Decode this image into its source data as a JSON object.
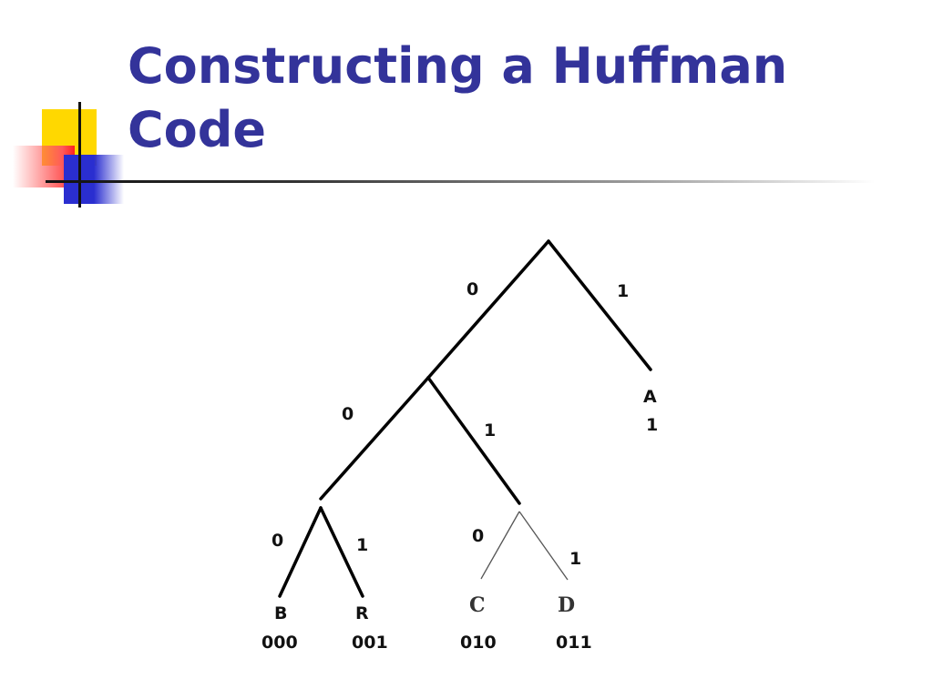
{
  "slide": {
    "title_line1": "Constructing a Huffman",
    "title_line2": "Code"
  },
  "tree": {
    "edge_labels": {
      "root_left": "0",
      "root_right": "1",
      "left_left": "0",
      "left_right": "1",
      "ll_left": "0",
      "ll_right": "1",
      "lr_left": "0",
      "lr_right": "1"
    },
    "leaves": {
      "A": {
        "symbol": "A",
        "code": "1"
      },
      "B": {
        "symbol": "B",
        "code": "000"
      },
      "R": {
        "symbol": "R",
        "code": "001"
      },
      "C": {
        "symbol": "C",
        "code": "010"
      },
      "D": {
        "symbol": "D",
        "code": "011"
      }
    }
  }
}
